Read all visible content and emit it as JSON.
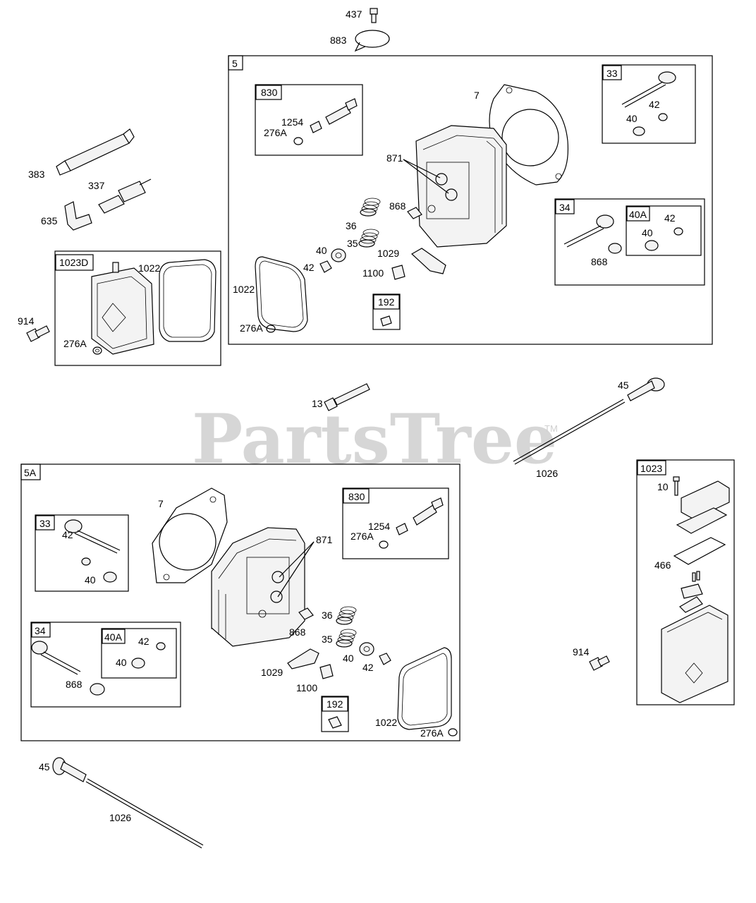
{
  "watermark": {
    "brand": "PartsTree",
    "trademark": "TM"
  },
  "top_parts": {
    "screw": "437",
    "clip": "883",
    "tool": "383",
    "spark_plug": "337",
    "boot": "635",
    "screw_914": "914",
    "bolt_13": "13",
    "valve_45_top": "45",
    "pushrod_1026_top": "1026"
  },
  "box_1023d": {
    "label": "1023D",
    "gasket": "1022",
    "washer": "276A"
  },
  "box_5": {
    "label": "5",
    "gasket_7": "7",
    "seal_871": "871",
    "guide_868": "868",
    "spring_36": "36",
    "spring_35": "35",
    "retainer_40": "40",
    "keeper_42": "42",
    "rocker_1029": "1029",
    "pivot_1100": "1100",
    "gasket_1022": "1022",
    "washer_276A": "276A",
    "sub_830": {
      "label": "830",
      "stud": "1254",
      "washer": "276A"
    },
    "sub_33": {
      "label": "33",
      "keeper": "42",
      "retainer": "40"
    },
    "sub_34": {
      "label": "34",
      "seal": "868",
      "sub_40a": {
        "label": "40A",
        "keeper": "42",
        "retainer": "40"
      }
    },
    "sub_192": {
      "label": "192"
    }
  },
  "box_5a": {
    "label": "5A",
    "gasket_7": "7",
    "seal_871": "871",
    "guide_868": "868",
    "spring_36": "36",
    "spring_35": "35",
    "retainer_40": "40",
    "keeper_42": "42",
    "rocker_1029": "1029",
    "pivot_1100": "1100",
    "gasket_1022": "1022",
    "washer_276A": "276A",
    "sub_830": {
      "label": "830",
      "stud": "1254",
      "washer": "276A"
    },
    "sub_33": {
      "label": "33",
      "keeper": "42",
      "retainer": "40"
    },
    "sub_34": {
      "label": "34",
      "seal": "868",
      "sub_40a": {
        "label": "40A",
        "keeper": "42",
        "retainer": "40"
      }
    },
    "sub_192": {
      "label": "192"
    }
  },
  "box_1023": {
    "label": "1023",
    "screw": "10",
    "gasket": "466"
  },
  "bottom_parts": {
    "screw_914": "914",
    "valve_45": "45",
    "pushrod_1026": "1026"
  }
}
